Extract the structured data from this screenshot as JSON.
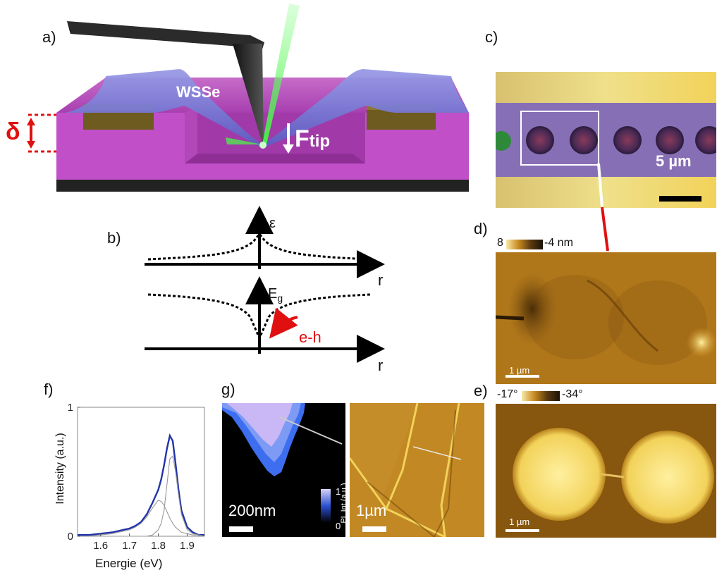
{
  "panels": {
    "a": {
      "label": "a)",
      "material": "WSSe",
      "strain_symbol": "δ",
      "force_symbol": "F",
      "force_subscript": "tip"
    },
    "b": {
      "label": "b)",
      "top_axis_label": "ε",
      "bottom_axis_label": "E",
      "bottom_axis_subscript": "g",
      "horizontal_axis_label": "r",
      "arrow_label": "e-h"
    },
    "c": {
      "label": "c)",
      "scale_text": "5 µm"
    },
    "d": {
      "label": "d)",
      "colorbar_max": "8",
      "colorbar_min": "-4 nm",
      "scale_text": "1 µm"
    },
    "e": {
      "label": "e)",
      "colorbar_max": "-17°",
      "colorbar_min": "-34°",
      "scale_text": "1 µm"
    },
    "f": {
      "label": "f)",
      "ylabel": "Intensity (a.u.)",
      "xlabel": "Energie (eV)"
    },
    "g": {
      "label": "g)",
      "scale_left": "200nm",
      "scale_right": "1µm",
      "colorbar_label": "PL Int.(a.u.)",
      "colorbar_max": "1",
      "colorbar_min": "0"
    }
  },
  "chart_data": {
    "type": "line",
    "title": "",
    "xlabel": "Energie (eV)",
    "ylabel": "Intensity (a.u.)",
    "xlim": [
      1.52,
      1.96
    ],
    "ylim": [
      0,
      1
    ],
    "x_ticks": [
      "1.6",
      "1.7",
      "1.8",
      "1.9"
    ],
    "y_ticks": [
      "0",
      "1"
    ],
    "grid": false,
    "x": [
      1.52,
      1.56,
      1.6,
      1.64,
      1.68,
      1.7,
      1.72,
      1.74,
      1.76,
      1.78,
      1.8,
      1.81,
      1.82,
      1.83,
      1.84,
      1.85,
      1.86,
      1.87,
      1.88,
      1.9,
      1.92,
      1.94,
      1.96
    ],
    "series": [
      {
        "values": [
          0.01,
          0.01,
          0.02,
          0.03,
          0.05,
          0.06,
          0.08,
          0.11,
          0.17,
          0.26,
          0.36,
          0.44,
          0.55,
          0.68,
          0.78,
          0.74,
          0.56,
          0.36,
          0.2,
          0.07,
          0.03,
          0.01,
          0.01
        ]
      },
      {
        "values": [
          0,
          0,
          0,
          0,
          0,
          0,
          0,
          0,
          0,
          0.01,
          0.05,
          0.1,
          0.2,
          0.4,
          0.6,
          0.62,
          0.5,
          0.32,
          0.17,
          0.05,
          0.02,
          0.01,
          0
        ]
      },
      {
        "values": [
          0,
          0,
          0.01,
          0.02,
          0.04,
          0.05,
          0.07,
          0.1,
          0.15,
          0.22,
          0.28,
          0.27,
          0.24,
          0.19,
          0.14,
          0.1,
          0.07,
          0.05,
          0.03,
          0.02,
          0.01,
          0.01,
          0
        ]
      }
    ],
    "colors": [
      "#2233aa",
      "#999999",
      "#999999"
    ]
  },
  "colors": {
    "substrate": "#c153c8",
    "membrane": "#7f7fd4",
    "laser": "#66ee66",
    "afm_gold": "#c8921a",
    "pl_blue": "#3e6ef0",
    "red": "#e01010"
  }
}
